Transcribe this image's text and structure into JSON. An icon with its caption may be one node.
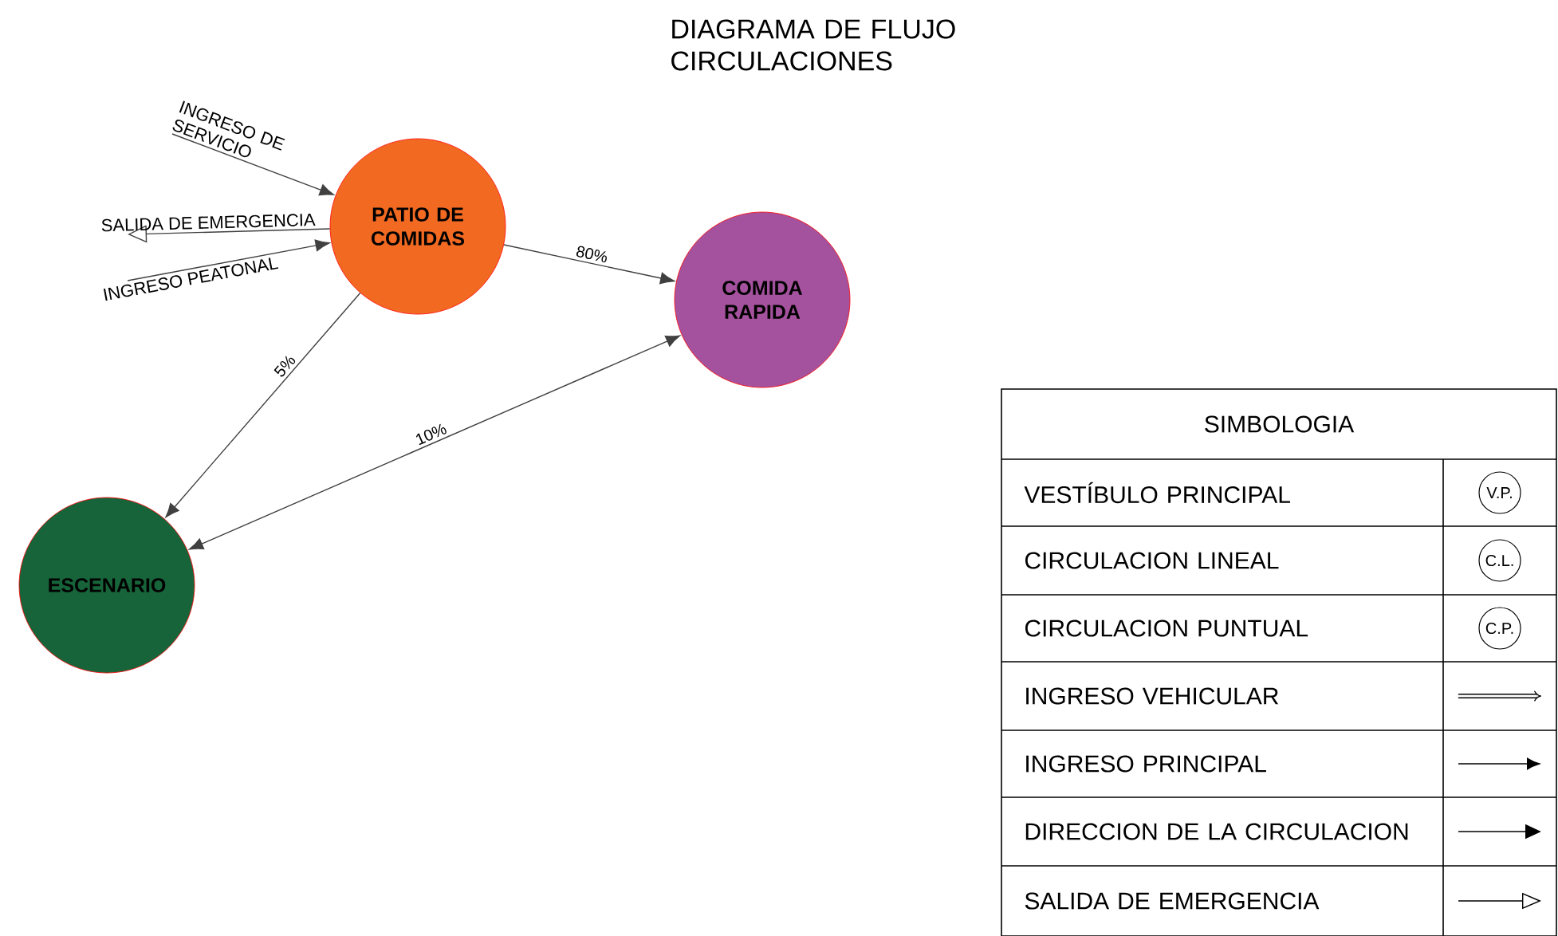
{
  "diagram": {
    "title": "DIAGRAMA DE FLUJO CIRCULACIONES",
    "nodes": [
      {
        "text": [
          "PATIO DE COMIDAS"
        ]
      },
      {
        "text": [
          "COMIDA RAPIDA"
        ]
      },
      {
        "text": [
          "ESCENARIO"
        ]
      }
    ],
    "edges": [
      {
        "from": null,
        "to": 0,
        "arrow": "to",
        "label": "INGRESO DE SERVICIO"
      },
      {
        "from": 0,
        "to": null,
        "arrow": "to",
        "label": "SALIDA DE EMERGENCIA"
      },
      {
        "from": null,
        "to": 0,
        "arrow": "to",
        "label": "INGRESO PEATONAL"
      },
      {
        "from": 0,
        "to": 1,
        "arrow": "to",
        "label": "80%"
      },
      {
        "from": 0,
        "to": 2,
        "arrow": "to",
        "label": "5%"
      },
      {
        "from": 2,
        "to": 1,
        "arrow": "both",
        "label": "10%"
      }
    ],
    "labels": [
      "SIMBOLOGIA",
      "V.P.",
      "C.L.",
      "C.P."
    ],
    "legend": [
      {
        "text": "VESTÍBULO PRINCIPAL"
      },
      {
        "text": "CIRCULACION LINEAL"
      },
      {
        "text": "CIRCULACION PUNTUAL"
      },
      {
        "text": "INGRESO VEHICULAR"
      },
      {
        "text": "INGRESO PRINCIPAL"
      },
      {
        "text": "DIRECCION DE LA CIRCULACION"
      },
      {
        "text": "SALIDA DE EMERGENCIA"
      }
    ]
  }
}
